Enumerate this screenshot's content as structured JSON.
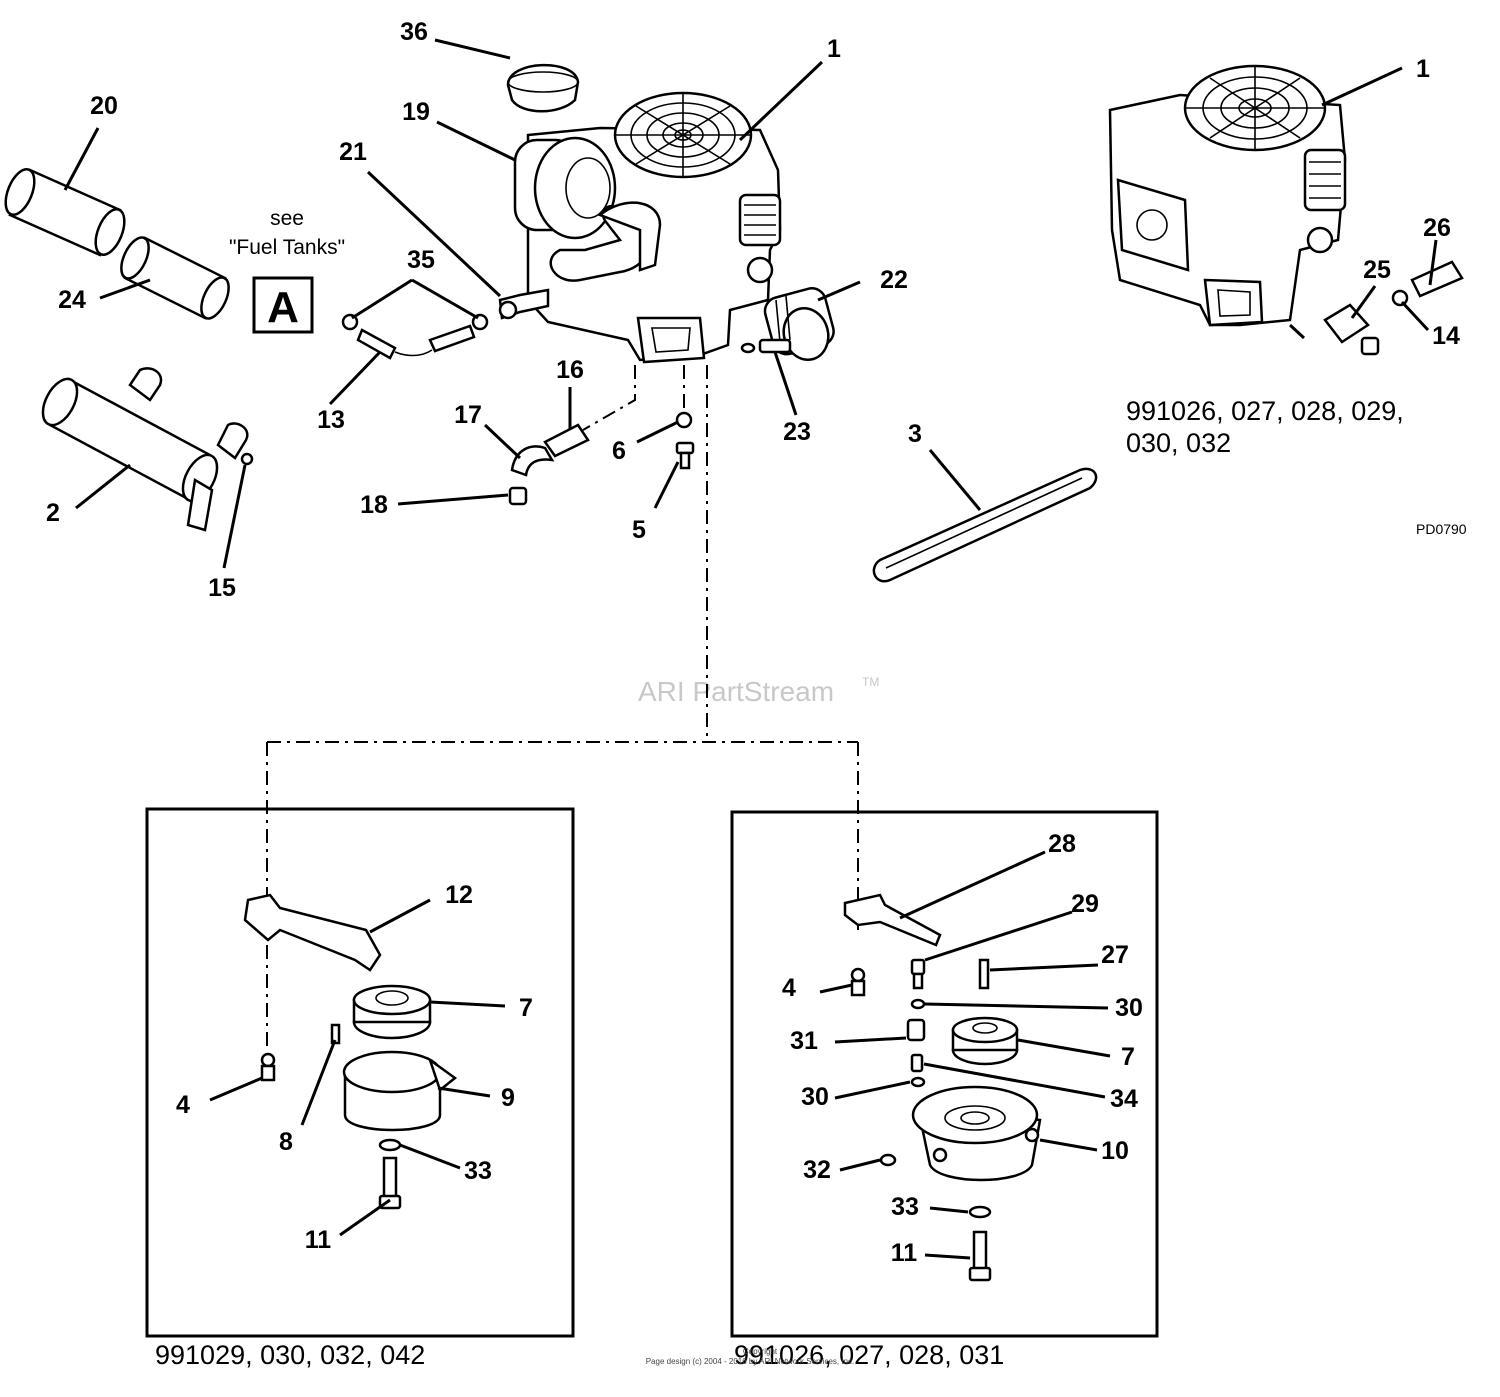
{
  "callouts": {
    "c36": "36",
    "c1a": "1",
    "c19": "19",
    "c21": "21",
    "c20": "20",
    "c24": "24",
    "c35": "35",
    "c13": "13",
    "c2": "2",
    "c15": "15",
    "c22": "22",
    "c23": "23",
    "c16": "16",
    "c17": "17",
    "c18": "18",
    "c6": "6",
    "c5": "5",
    "c3": "3",
    "c1b": "1",
    "c26": "26",
    "c25": "25",
    "c14": "14",
    "c12": "12",
    "c7a": "7",
    "c4a": "4",
    "c8": "8",
    "c9": "9",
    "c33a": "33",
    "c11a": "11",
    "c28": "28",
    "c29": "29",
    "c27": "27",
    "c4b": "4",
    "c30a": "30",
    "c31": "31",
    "c7b": "7",
    "c30b": "30",
    "c34": "34",
    "c10": "10",
    "c32": "32",
    "c33b": "33",
    "c11b": "11"
  },
  "reference": {
    "see_line1": "see",
    "see_line2": "\"Fuel Tanks\"",
    "box_letter": "A"
  },
  "models": {
    "top_right_line1": "991026, 027, 028, 029,",
    "top_right_line2": "030, 032",
    "left_box": "991029, 030, 032, 042",
    "right_box": "991026, 027, 028, 031"
  },
  "diagram_code": "PD0790",
  "watermark": {
    "text": "ARI PartStream",
    "mark": "TM"
  },
  "footer": {
    "line1": "Copyright",
    "line2": "Page design (c) 2004 - 2016 by ARI Network Services, Inc."
  }
}
